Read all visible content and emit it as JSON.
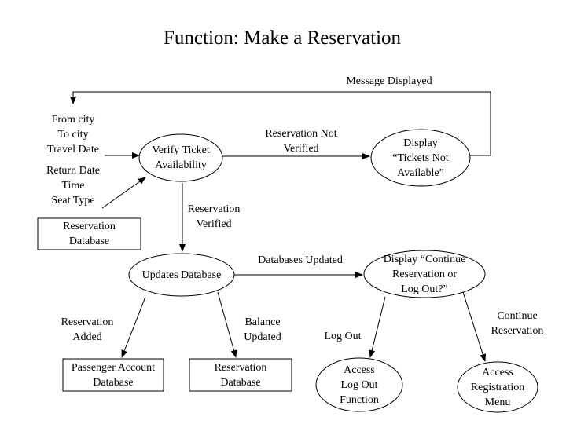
{
  "diagram": {
    "title": "Function: Make a Reservation",
    "inputs": {
      "group1": "From city\nTo city\nTravel Date",
      "group2": "Return Date\nTime\nSeat Type"
    },
    "stores": {
      "reservation_db_top": "Reservation\nDatabase",
      "passenger_account_db": "Passenger Account\nDatabase",
      "reservation_db_bottom": "Reservation\nDatabase"
    },
    "processes": {
      "verify_ticket": "Verify Ticket\nAvailability",
      "display_not_available": "Display\n“Tickets Not\nAvailable”",
      "updates_database": "Updates Database",
      "display_continue": "Display  “Continue\nReservation or\nLog Out?”",
      "access_logout": "Access\nLog Out\nFunction",
      "access_registration": "Access\nRegistration\nMenu"
    },
    "flows": {
      "message_displayed": "Message Displayed",
      "reservation_not_verified": "Reservation Not\nVerified",
      "reservation_verified": "Reservation\nVerified",
      "databases_updated": "Databases Updated",
      "reservation_added": "Reservation\nAdded",
      "balance_updated": "Balance\nUpdated",
      "log_out": "Log Out",
      "continue_reservation": "Continue\nReservation"
    },
    "colors": {
      "stroke": "#000000",
      "background": "#ffffff"
    }
  }
}
